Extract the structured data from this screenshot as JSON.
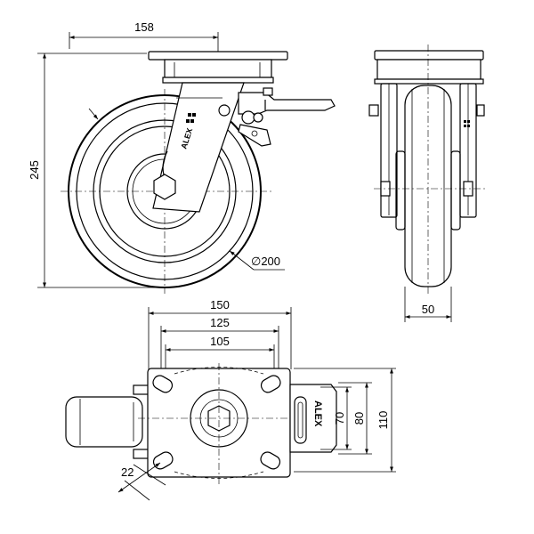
{
  "dimensions": {
    "top_width": "158",
    "overall_height": "245",
    "wheel_diameter": "∅200",
    "wheel_width": "50",
    "plate_width": "150",
    "hole_spacing_outer": "125",
    "hole_spacing_inner": "105",
    "bolt_slot": "22",
    "hole_spacing_70": "70",
    "hole_spacing_80": "80",
    "plate_depth": "110"
  },
  "brand": {
    "side_view_mark": "ALEX",
    "top_view_mark": "ALEX"
  }
}
